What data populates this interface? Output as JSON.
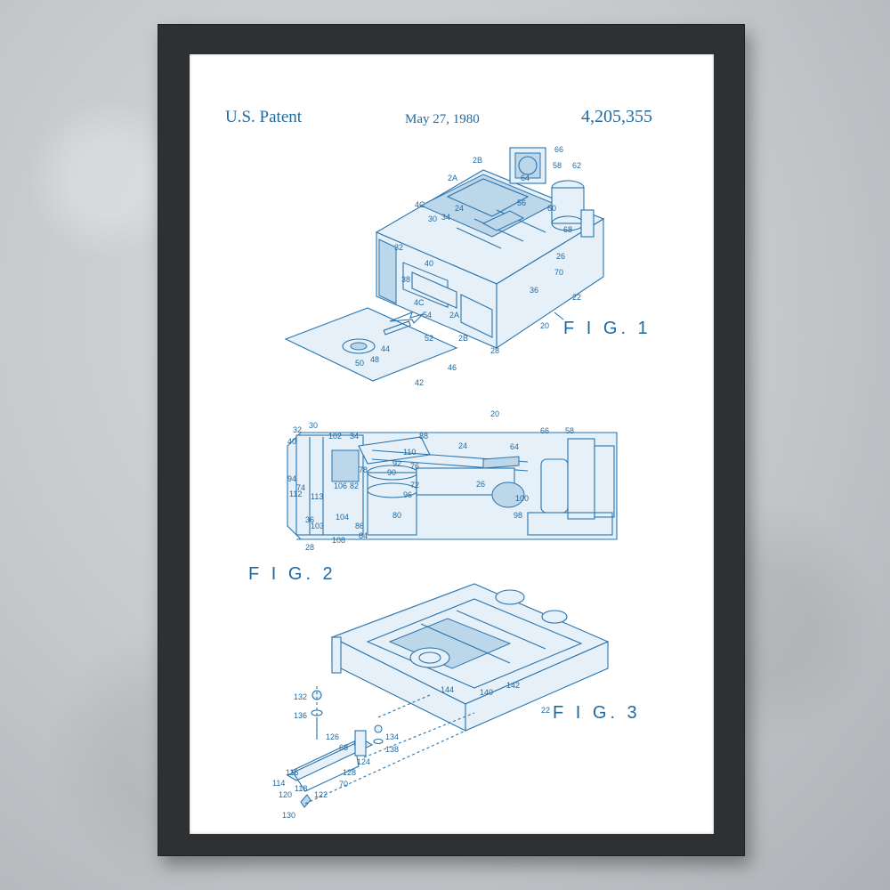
{
  "header": {
    "left": "U.S. Patent",
    "date": "May 27, 1980",
    "number": "4,205,355"
  },
  "figures": {
    "fig1": "F I G. 1",
    "fig2": "F I G. 2",
    "fig3": "F I G. 3"
  },
  "labels_fig1": [
    "66",
    "62",
    "58",
    "2B",
    "64",
    "2A",
    "56",
    "60",
    "4C",
    "30",
    "34",
    "24",
    "68",
    "32",
    "26",
    "40",
    "70",
    "38",
    "36",
    "22",
    "4C",
    "54",
    "2A",
    "52",
    "2B",
    "28",
    "20",
    "44",
    "50",
    "48",
    "46",
    "42"
  ],
  "labels_fig2": [
    "20",
    "32",
    "30",
    "102",
    "34",
    "88",
    "24",
    "64",
    "66",
    "58",
    "40",
    "110",
    "92",
    "90",
    "78",
    "76",
    "94",
    "74",
    "72",
    "112",
    "82",
    "106",
    "96",
    "26",
    "100",
    "113",
    "104",
    "98",
    "80",
    "36",
    "103",
    "86",
    "84",
    "28",
    "108"
  ],
  "labels_fig3": [
    "132",
    "144",
    "140",
    "142",
    "22",
    "136",
    "126",
    "134",
    "68",
    "138",
    "124",
    "116",
    "128",
    "114",
    "118",
    "70",
    "120",
    "122",
    "130"
  ],
  "colors": {
    "ink": "#1e6aa3",
    "frame": "#2f3031",
    "paper": "#ffffff"
  }
}
